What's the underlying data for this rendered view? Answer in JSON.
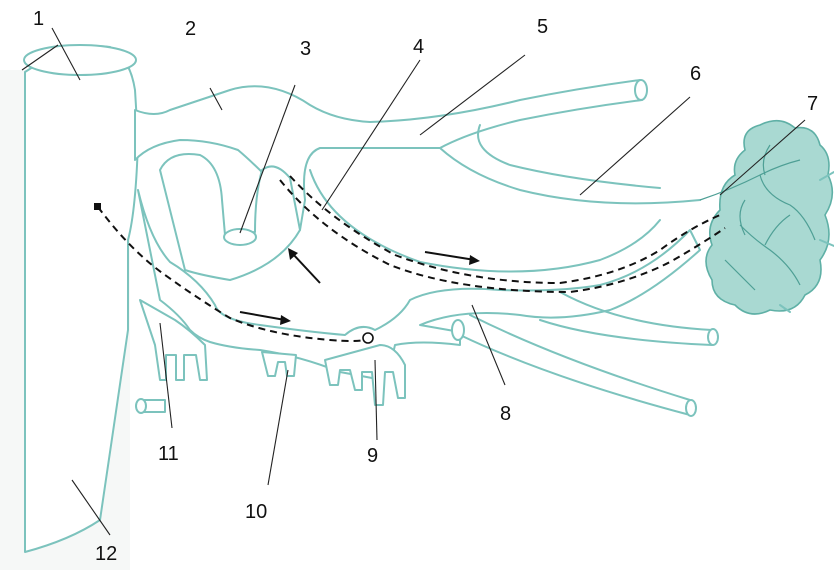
{
  "labels": [
    "1",
    "2",
    "3",
    "4",
    "5",
    "6",
    "7",
    "8",
    "9",
    "10",
    "11",
    "12"
  ],
  "colors": {
    "vessel_outline": "#7cc3bd",
    "gland_fill": "#a9d9d2",
    "route": "#111111",
    "background": "#ffffff"
  }
}
